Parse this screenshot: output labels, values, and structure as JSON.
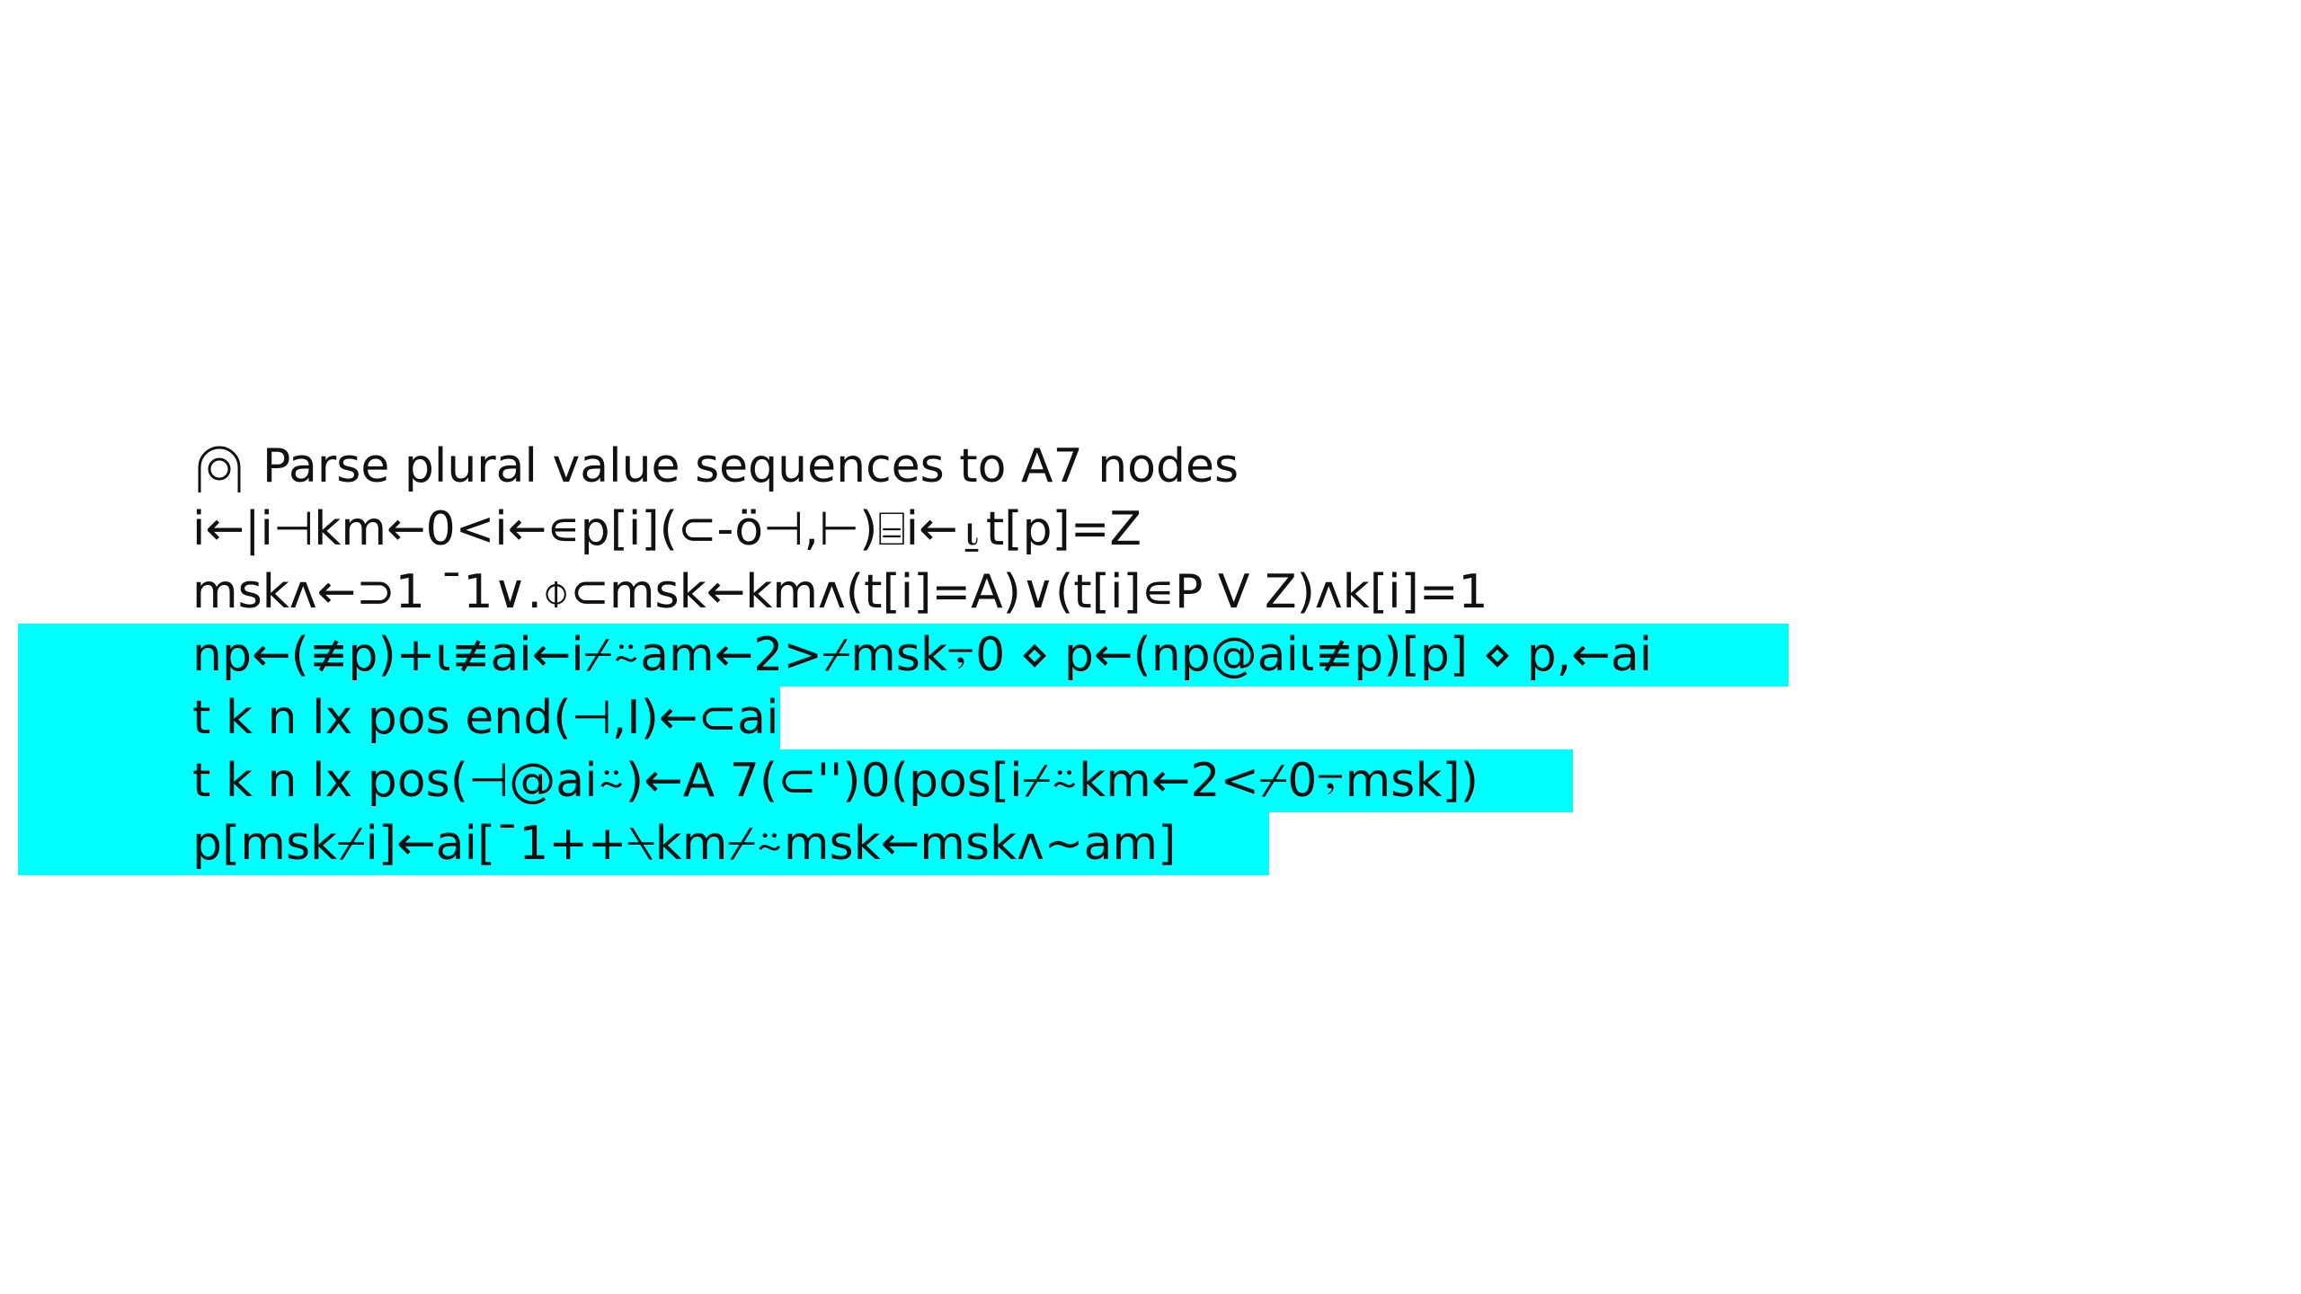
{
  "comment": {
    "icon": "lamp-comment-icon",
    "text": "Parse plural value sequences to A7 nodes"
  },
  "lines": [
    {
      "text": "i←|i⊣km←0<i←∊p[i](⊂-ö⊣,⊢)⌸i←⍸t[p]=Z",
      "highlighted": false
    },
    {
      "text": "mskʌ←⊃1 ¯1∨.⌽⊂msk←kmʌ(t[i]=A)∨(t[i]∊P V Z)ʌk[i]=1",
      "highlighted": false
    },
    {
      "text": "np←(≢p)+⍳≢ai←i⌿⍨am←2>⌿msk⍪0 ⋄ p←(np@ai⍳≢p)[p] ⋄ p,←ai",
      "highlighted": true
    },
    {
      "text": "t k n lx pos end(⊣,I)←⊂ai",
      "highlighted": true
    },
    {
      "text": "t k n lx pos(⊣@ai⍨)←A 7(⊂'')0(pos[i⌿⍨km←2<⌿0⍪msk])",
      "highlighted": true
    },
    {
      "text": "p[msk⌿i]←ai[¯1++⍀km⌿⍨msk←mskʌ~am]",
      "highlighted": true
    }
  ],
  "colors": {
    "highlight": "#00FFFF",
    "text": "#111111",
    "background": "#FFFFFF"
  }
}
